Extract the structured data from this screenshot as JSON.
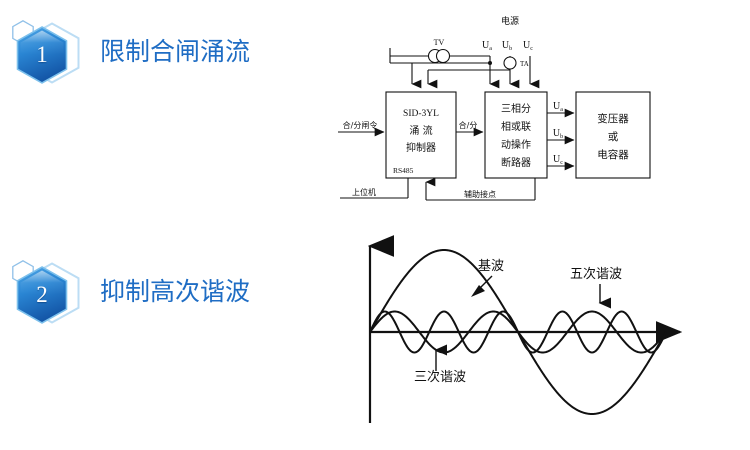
{
  "page": {
    "background": "#ffffff",
    "accent_color": "#1f6dc4",
    "line_color": "#111111"
  },
  "sections": [
    {
      "number": "1",
      "title": "限制合闸涌流",
      "badge_icon": "hexagon-badge-icon"
    },
    {
      "number": "2",
      "title": "抑制高次谐波",
      "badge_icon": "hexagon-badge-icon"
    }
  ],
  "block_diagram": {
    "source_label": "电源",
    "tv_label": "TV",
    "ta_label": "TA",
    "phase_inputs": [
      "U",
      "U",
      "U"
    ],
    "phase_input_subs": [
      "a",
      "b",
      "c"
    ],
    "input_command": "合/分闸令",
    "mid_command": "合/分",
    "host_label": "上位机",
    "aux_contact_label": "辅助接点",
    "blocks": [
      {
        "name": "suppressor",
        "lines": [
          "SID-3YL",
          "涌 流",
          "抑制器"
        ],
        "footer": "RS485"
      },
      {
        "name": "breaker",
        "lines": [
          "三相分",
          "相或联",
          "动操作",
          "断路器"
        ],
        "footer": ""
      },
      {
        "name": "load",
        "lines": [
          "变压器",
          "或",
          "电容器"
        ],
        "footer": ""
      }
    ],
    "output_labels": [
      "U",
      "U",
      "U"
    ],
    "output_subs": [
      "a",
      "b",
      "c"
    ]
  },
  "chart_data": {
    "type": "line",
    "title": "",
    "xlabel": "",
    "ylabel": "",
    "grid": false,
    "legend_position": "annotations",
    "axis": {
      "x_range": [
        0,
        1
      ],
      "y_range": [
        -1.15,
        1.15
      ],
      "x_arrow": true,
      "y_arrow": true
    },
    "series": [
      {
        "name": "基波",
        "harmonic": 1,
        "amplitude": 1.0,
        "annotation": "基波",
        "values_description": "one full sine cycle, peak +1.0 at quarter period, trough -1.0 at three-quarter period"
      },
      {
        "name": "三次谐波",
        "harmonic": 3,
        "amplitude": 0.25,
        "annotation": "三次谐波",
        "values_description": "three full sine cycles across the same period, amplitude 0.25"
      },
      {
        "name": "五次谐波",
        "harmonic": 5,
        "amplitude": 0.25,
        "annotation": "五次谐波",
        "values_description": "five full sine cycles across the same period, amplitude 0.25"
      }
    ],
    "annotations": [
      {
        "text": "基波",
        "points_to": "fundamental",
        "arrow": "down-left"
      },
      {
        "text": "三次谐波",
        "points_to": "third-harmonic",
        "arrow": "up"
      },
      {
        "text": "五次谐波",
        "points_to": "fifth-harmonic",
        "arrow": "down"
      }
    ]
  }
}
